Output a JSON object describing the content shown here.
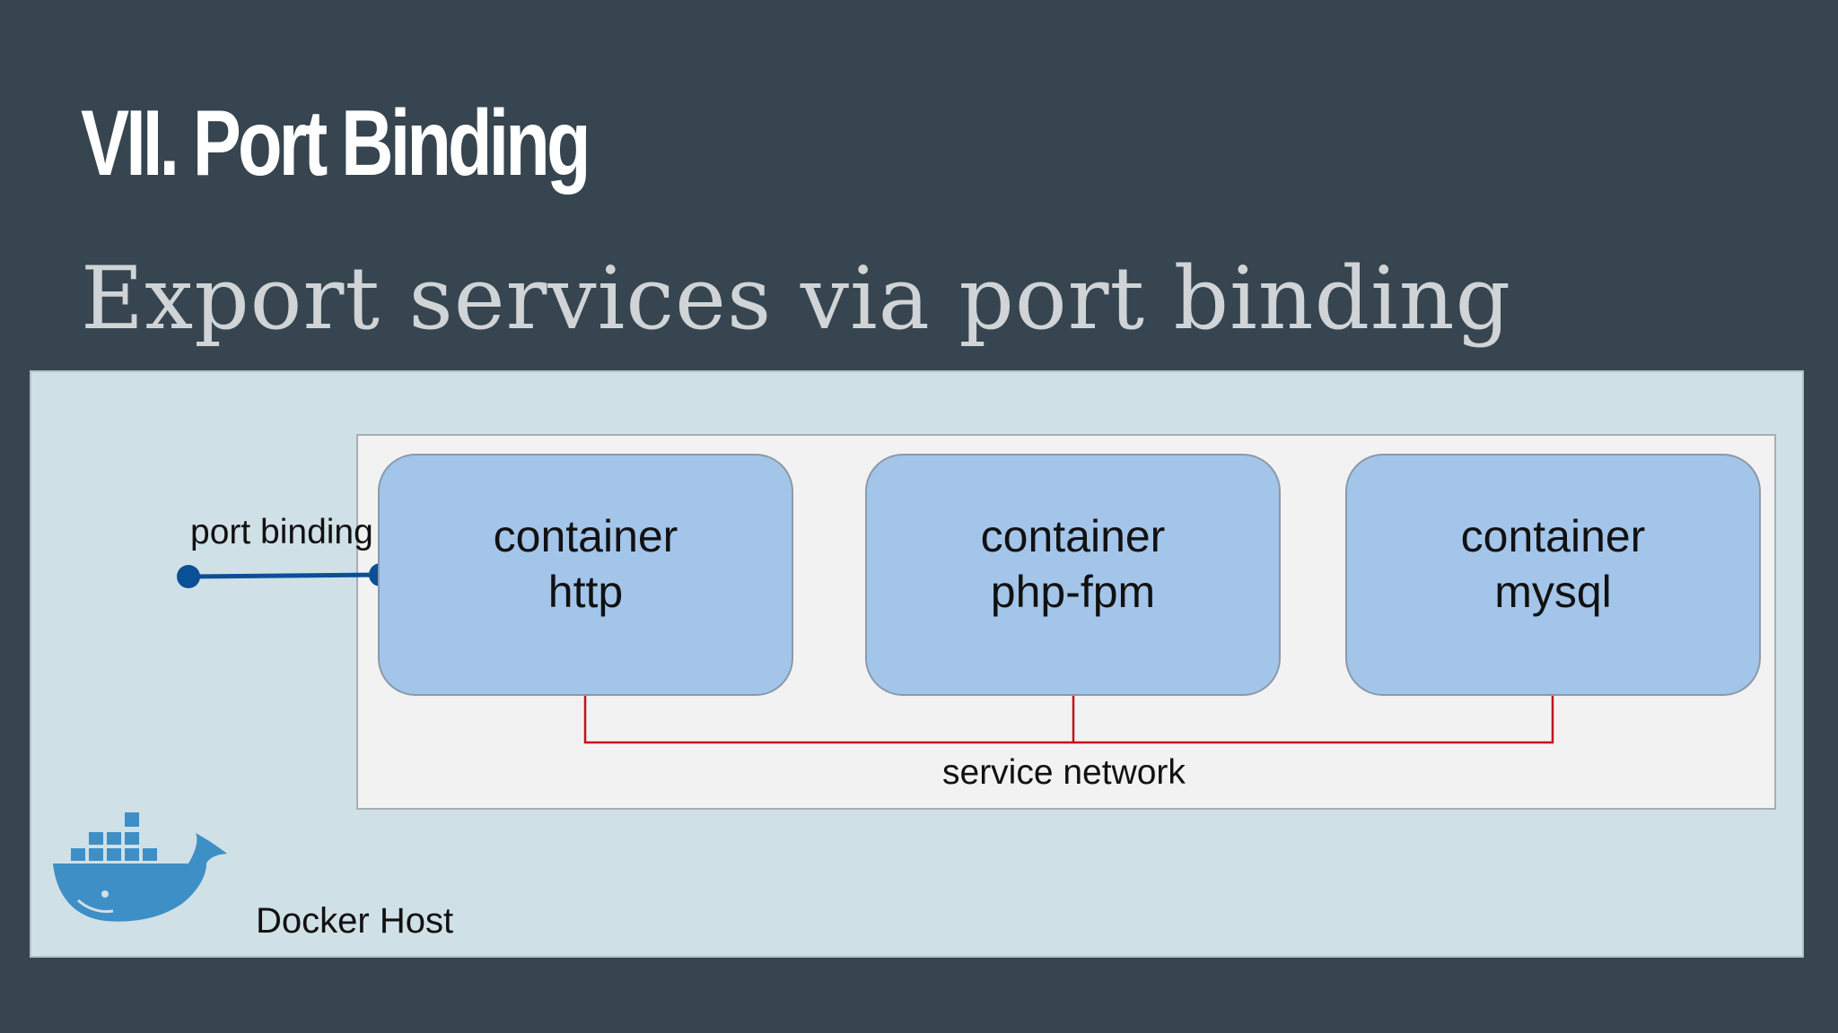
{
  "slide": {
    "title": "VII. Port Binding",
    "subtitle": "Export services via port binding"
  },
  "diagram": {
    "host_label": "Docker Host",
    "port_binding_label": "port binding",
    "network_label": "service network",
    "containers": [
      {
        "line1": "container",
        "line2": "http"
      },
      {
        "line1": "container",
        "line2": "php-fpm"
      },
      {
        "line1": "container",
        "line2": "mysql"
      }
    ],
    "icons": [
      "docker-whale-icon"
    ],
    "colors": {
      "background": "#36454f",
      "host_fill": "#d0e0e7",
      "panel_fill": "#f2f2f3",
      "container_fill": "#a3c5ea",
      "network_line": "#c0141c",
      "port_line": "#0b4f96",
      "docker_blue": "#3d8fc6"
    }
  }
}
